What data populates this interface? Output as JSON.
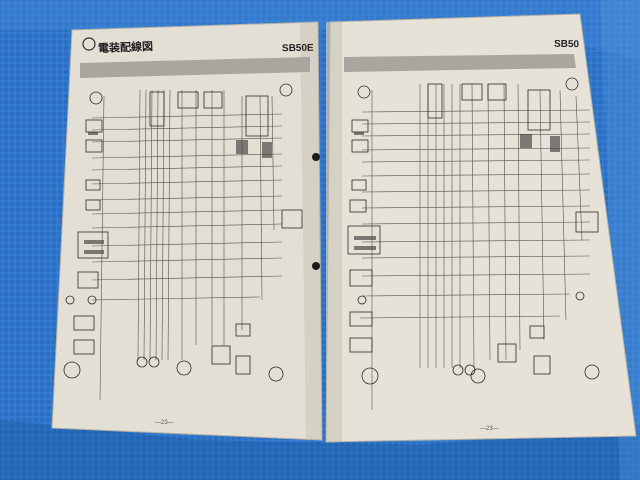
{
  "scene": {
    "background": "blue tarp",
    "colors": {
      "tarp": "#2a6fc2",
      "tarp_light": "#5b9be0",
      "paper": "#e4e0d6",
      "paper_shadow": "#bdb8ad",
      "header_band": "#a9a6a0",
      "ink": "#2b2b2b"
    }
  },
  "left_page": {
    "title": "電装配線図",
    "model": "SB50E",
    "page_number": "—23—"
  },
  "right_page": {
    "model": "SB50",
    "page_number": "—23—"
  }
}
